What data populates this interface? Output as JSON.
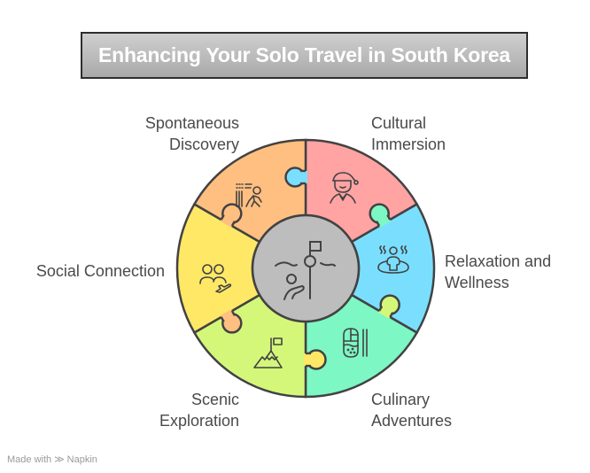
{
  "title": "Enhancing Your Solo Travel in South Korea",
  "colors": {
    "stroke": "#424242",
    "center": "#BDBDBD",
    "icon": "#424242"
  },
  "center_icon": "solo-traveler-flag-icon",
  "segments": [
    {
      "id": "spontaneous-discovery",
      "label_line1": "Spontaneous",
      "label_line2": "Discovery",
      "color": "#FFA3A3",
      "icon": "walking-person-icon"
    },
    {
      "id": "cultural-immersion",
      "label_line1": "Cultural",
      "label_line2": "Immersion",
      "color": "#7ADFFF",
      "icon": "hanbok-person-icon"
    },
    {
      "id": "relaxation-wellness",
      "label_line1": "Relaxation and",
      "label_line2": "Wellness",
      "color": "#7DF7C4",
      "icon": "hot-spring-person-icon"
    },
    {
      "id": "culinary-adventures",
      "label_line1": "Culinary",
      "label_line2": "Adventures",
      "color": "#D4F77A",
      "icon": "bibimbap-chopsticks-icon"
    },
    {
      "id": "scenic-exploration",
      "label_line1": "Scenic",
      "label_line2": "Exploration",
      "color": "#FFE866",
      "icon": "mountain-flag-icon"
    },
    {
      "id": "social-connection",
      "label_line1": "Social Connection",
      "label_line2": "",
      "color": "#FFBF80",
      "icon": "people-airplane-icon"
    }
  ],
  "footer": {
    "made_with": "Made with",
    "brand": "Napkin"
  }
}
